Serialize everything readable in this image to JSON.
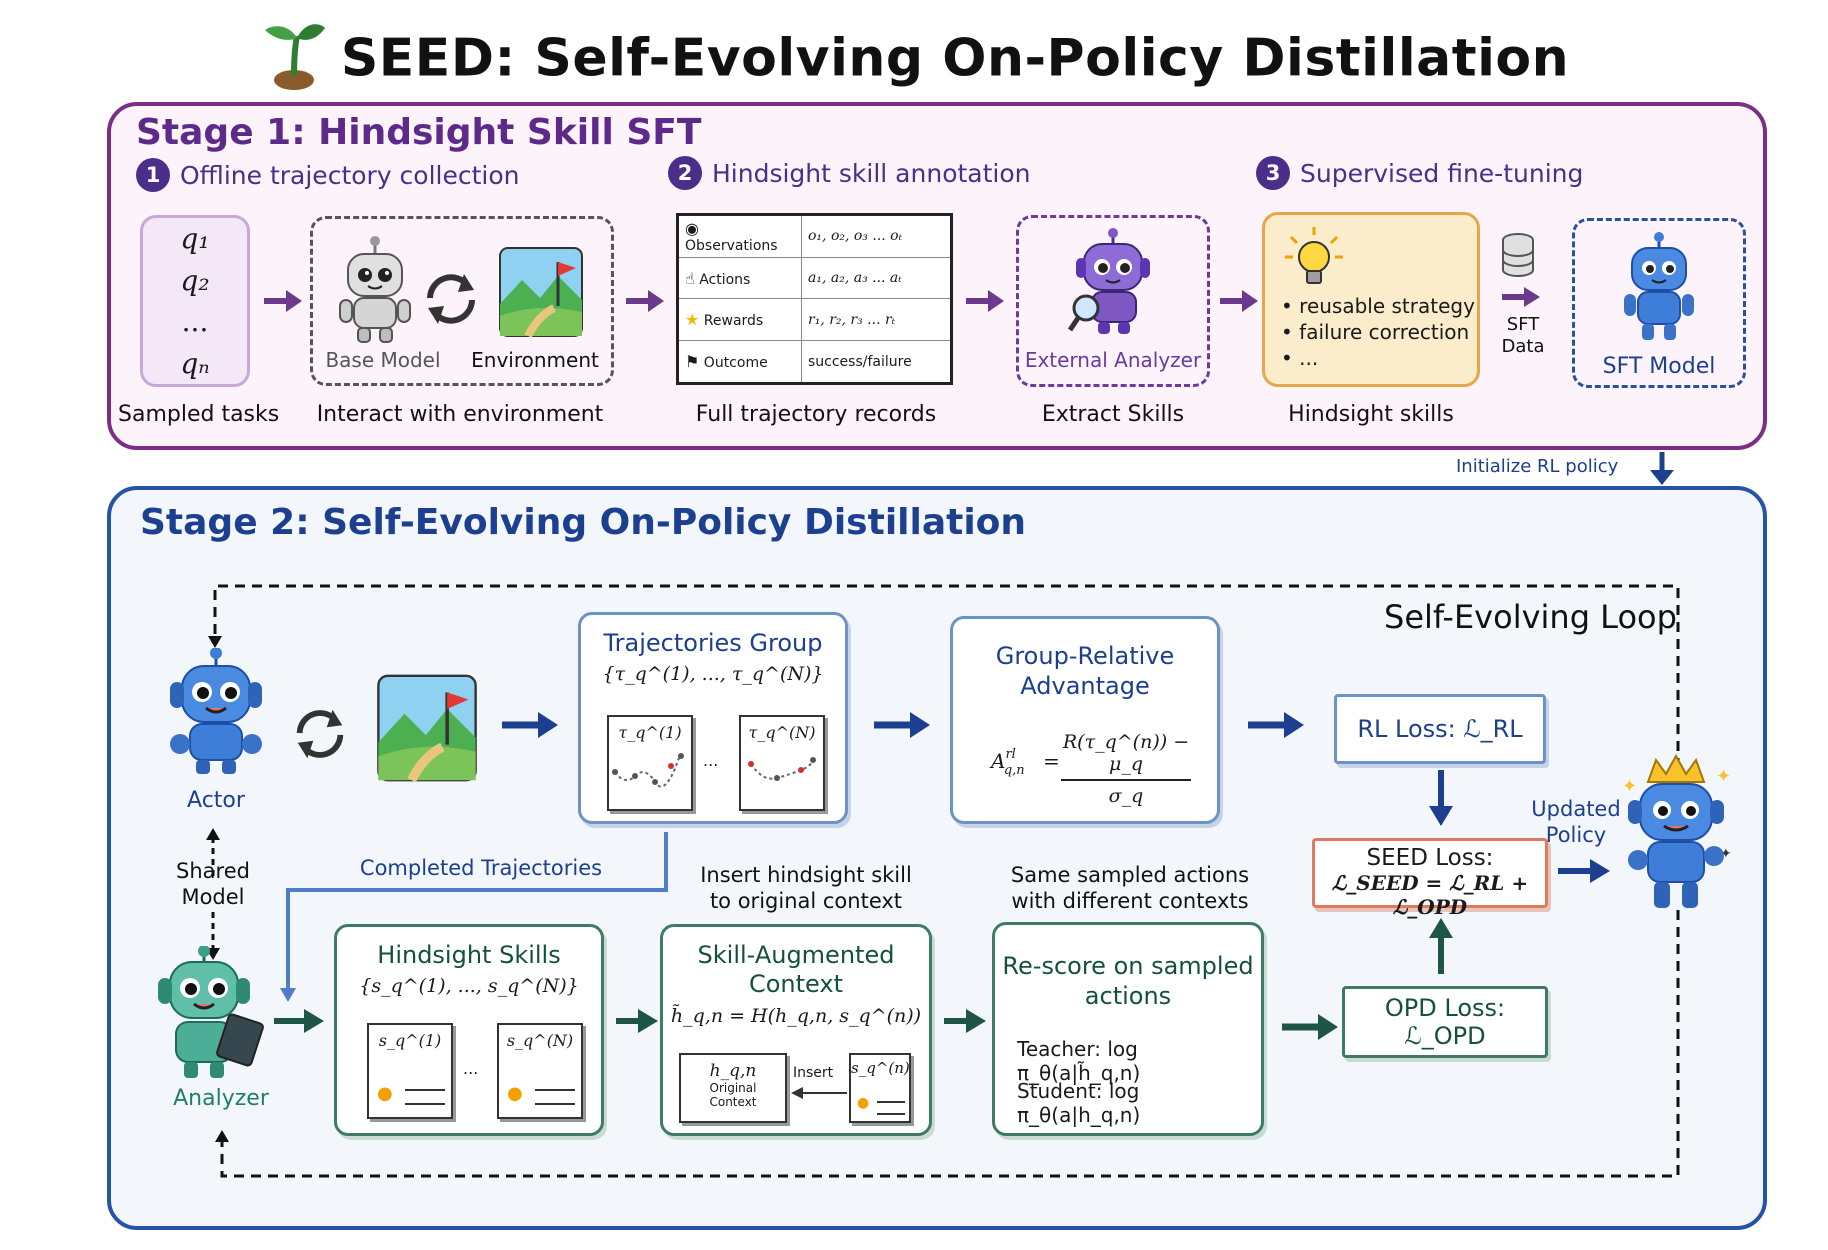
{
  "title": "SEED: Self-Evolving On-Policy Distillation",
  "stage1": {
    "title": "Stage 1: Hindsight Skill SFT",
    "steps": [
      {
        "num": "1",
        "label": "Offline trajectory collection"
      },
      {
        "num": "2",
        "label": "Hindsight skill annotation"
      },
      {
        "num": "3",
        "label": "Supervised fine-tuning"
      }
    ],
    "tasks": [
      "q₁",
      "q₂",
      "...",
      "qₙ"
    ],
    "base_model_label": "Base Model",
    "environment_label": "Environment",
    "trajectory_rows": [
      {
        "name": "Observations",
        "value": "o₁, o₂, o₃ ... oₜ"
      },
      {
        "name": "Actions",
        "value": "a₁, a₂, a₃ ... aₜ"
      },
      {
        "name": "Rewards",
        "value": "r₁, r₂, r₃ ... rₜ"
      },
      {
        "name": "Outcome",
        "value": "success/failure"
      }
    ],
    "analyzer_label": "External Analyzer",
    "hindsight_lines": [
      "• reusable strategy",
      "• failure correction",
      "• ..."
    ],
    "sft_data_label": "SFT\nData",
    "sft_model_label": "SFT Model",
    "captions": {
      "tasks": "Sampled tasks",
      "interact": "Interact with environment",
      "records": "Full trajectory records",
      "extract": "Extract Skills",
      "hindsight": "Hindsight skills"
    },
    "init_label": "Initialize RL policy"
  },
  "stage2": {
    "title": "Stage 2: Self-Evolving On-Policy Distillation",
    "loop_label": "Self-Evolving Loop",
    "actor_label": "Actor",
    "shared_label": "Shared\nModel",
    "analyzer_label": "Analyzer",
    "completed_label": "Completed Trajectories",
    "traj_group": {
      "title": "Trajectories Group",
      "set": "{τ_q^(1), ..., τ_q^(N)}",
      "first": "τ_q^(1)",
      "last": "τ_q^(N)",
      "dots": "..."
    },
    "advantage": {
      "title_1": "Group-Relative",
      "title_2": "Advantage",
      "lhs": "A",
      "lhs_sup": "rl",
      "lhs_sub": "q,n",
      "numerator": "R(τ_q^(n)) − μ_q",
      "denominator": "σ_q"
    },
    "rl_loss": "RL Loss: ℒ_RL",
    "seed_loss_title": "SEED Loss:",
    "seed_loss_formula": "ℒ_SEED = ℒ_RL + ℒ_OPD",
    "updated_label": "Updated\nPolicy",
    "insert_note": "Insert hindsight skill\nto original context",
    "same_note": "Same sampled actions\nwith different contexts",
    "hindsight_skills": {
      "title": "Hindsight Skills",
      "set": "{s_q^(1), ..., s_q^(N)}",
      "first": "s_q^(1)",
      "last": "s_q^(N)",
      "dots": "..."
    },
    "skill_context": {
      "title_1": "Skill-Augmented",
      "title_2": "Context",
      "formula": "h̃_q,n = H(h_q,n, s_q^(n))",
      "orig_var": "h_q,n",
      "orig_label": "Original\nContext",
      "insert_label": "Insert",
      "skill_var": "s_q^(n)"
    },
    "rescore": {
      "title_1": "Re-score on sampled",
      "title_2": "actions",
      "teacher": "Teacher: log π_θ(a|h̃_q,n)",
      "student": "Student: log π_θ(a|h_q,n)"
    },
    "opd_loss": "OPD Loss: ℒ_OPD"
  },
  "colors": {
    "stage1_border": "#7b2e86",
    "stage2_border": "#2553a5",
    "blue_text": "#1d3f8f",
    "green_text": "#15503f",
    "purple_arrow": "#6c3a8c",
    "navy_arrow": "#1d3f8f",
    "green_arrow": "#1e5546"
  }
}
